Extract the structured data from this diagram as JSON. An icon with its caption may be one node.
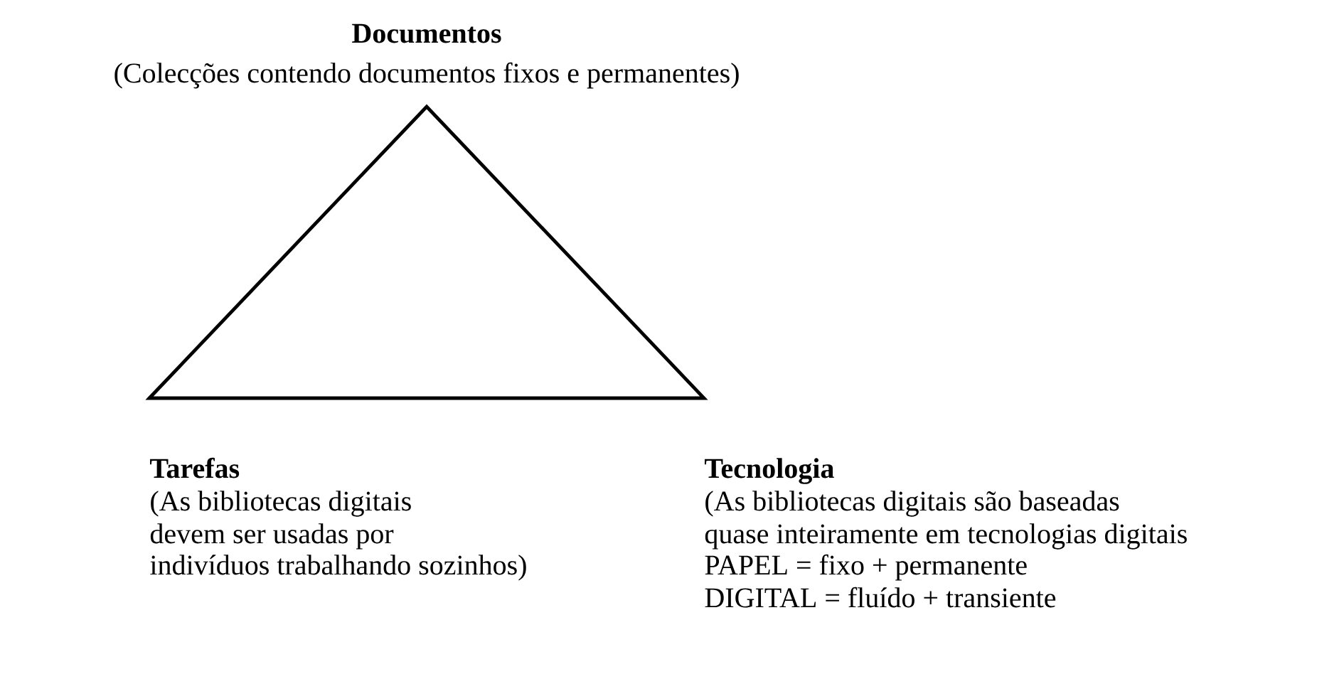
{
  "diagram": {
    "nodes": [
      {
        "text": [],
        "shape": "triangle"
      }
    ],
    "labels": [
      "Documentos",
      "(Colecções contendo documentos fixos e permanentes)",
      "Tarefas",
      "(As bibliotecas digitais",
      "devem ser usadas por",
      "indivíduos trabalhando sozinhos)",
      "Tecnologia",
      "(As bibliotecas digitais são baseadas",
      "quase inteiramente em tecnologias digitais",
      "PAPEL = fixo + permanente",
      "DIGITAL = fluído + transiente"
    ]
  }
}
